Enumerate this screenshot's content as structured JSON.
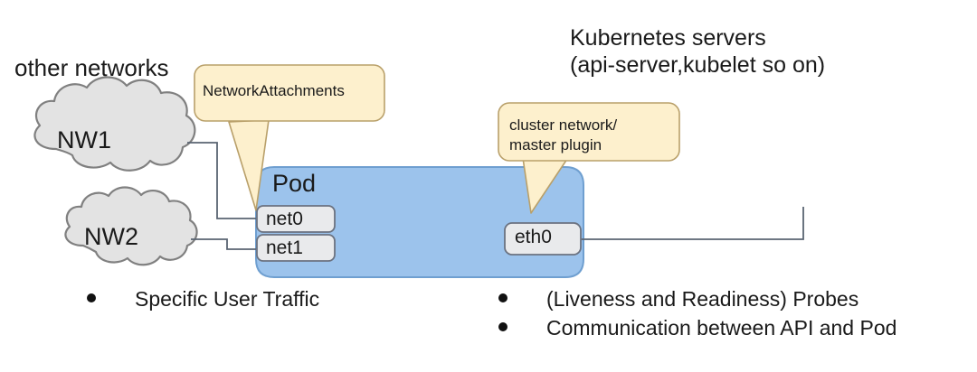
{
  "diagram": {
    "title": "Kubernetes servers\n(api-server,kubelet so on)",
    "other_networks_label": "other networks",
    "pod_label": "Pod",
    "colors": {
      "pod_fill": "#9cc3ec",
      "pod_stroke": "#6f9fd0",
      "cloud_fill": "#e3e3e3",
      "cloud_stroke": "#808080",
      "callout_fill": "#fdf0cd",
      "callout_stroke": "#b9a06a",
      "iface_fill": "#e9eaec",
      "iface_stroke": "#6b7280",
      "line": "#5a6472",
      "text": "#1a1a1a"
    },
    "clouds": [
      {
        "label": "NW1"
      },
      {
        "label": "NW2"
      }
    ],
    "pod_interfaces": [
      {
        "label": "net0"
      },
      {
        "label": "net1"
      },
      {
        "label": "eth0"
      }
    ],
    "callouts": [
      {
        "name": "network-attachments",
        "text": "NetworkAttachments"
      },
      {
        "name": "cluster-network",
        "text": "cluster network/\nmaster plugin"
      }
    ],
    "bullets_left": [
      "Specific User Traffic"
    ],
    "bullets_right": [
      "(Liveness and Readiness) Probes",
      "Communication between API and Pod"
    ]
  }
}
